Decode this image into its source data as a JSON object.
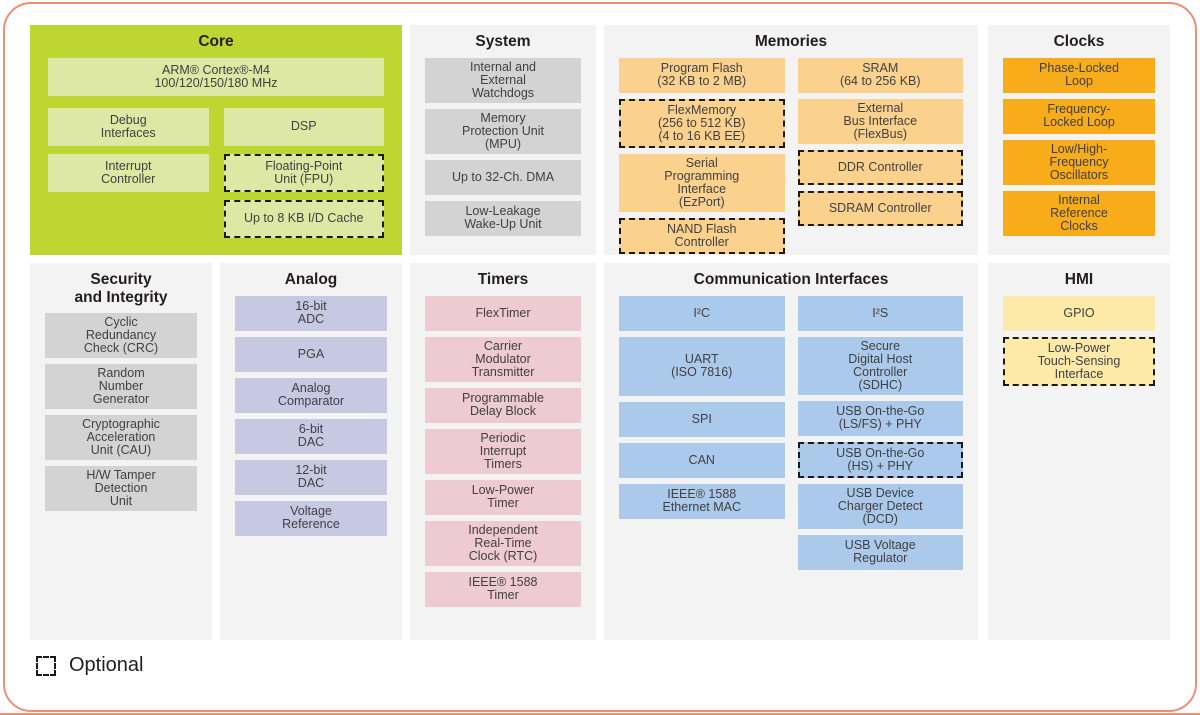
{
  "legend": {
    "label": "Optional"
  },
  "colors": {
    "frame-border": "#ee8f73",
    "panel-bg": "#f3f3f3",
    "core-panel": "#bdd631",
    "core-block": "#dde8a4",
    "gray-block": "#d3d3d4",
    "memories-block": "#fbd28d",
    "clocks-block": "#f9ac19",
    "analog-block": "#c7c8e2",
    "timers-block": "#eecad3",
    "comm-block": "#abc9ea",
    "hmi-block": "#fdeaa9",
    "text": "#414042",
    "heading": "#231f20",
    "optional-border": "#1a1a1a"
  },
  "panels": [
    {
      "slug": "core",
      "theme": "core",
      "title": [
        "Core"
      ],
      "full": [
        {
          "lines": [
            "ARM® Cortex®-M4",
            "100/120/150/180 MHz"
          ]
        }
      ],
      "columns": [
        [
          {
            "lines": [
              "Debug",
              "Interfaces"
            ]
          },
          {
            "lines": [
              "Interrupt",
              "Controller"
            ]
          }
        ],
        [
          {
            "lines": [
              "DSP"
            ]
          },
          {
            "lines": [
              "Floating-Point",
              "Unit (FPU)"
            ],
            "optional": true
          },
          {
            "lines": [
              "Up to 8 KB I/D Cache"
            ],
            "optional": true
          }
        ]
      ]
    },
    {
      "slug": "system",
      "theme": "gray",
      "title": [
        "System"
      ],
      "columns": [
        [
          {
            "lines": [
              "Internal and",
              "External",
              "Watchdogs"
            ]
          },
          {
            "lines": [
              "Memory",
              "Protection Unit",
              "(MPU)"
            ]
          },
          {
            "lines": [
              "Up to 32-Ch. DMA"
            ]
          },
          {
            "lines": [
              "Low-Leakage",
              "Wake-Up Unit"
            ]
          }
        ]
      ]
    },
    {
      "slug": "memories",
      "theme": "memories",
      "title": [
        "Memories"
      ],
      "columns": [
        [
          {
            "lines": [
              "Program Flash",
              "(32 KB to 2 MB)"
            ]
          },
          {
            "lines": [
              "FlexMemory",
              "(256 to 512 KB)",
              "(4 to 16 KB EE)"
            ],
            "optional": true
          },
          {
            "lines": [
              "Serial",
              "Programming",
              "Interface",
              "(EzPort)"
            ]
          },
          {
            "lines": [
              "NAND Flash",
              "Controller"
            ],
            "optional": true
          }
        ],
        [
          {
            "lines": [
              "SRAM",
              "(64 to 256 KB)"
            ]
          },
          {
            "lines": [
              "External",
              "Bus Interface",
              "(FlexBus)"
            ]
          },
          {
            "lines": [
              "DDR Controller"
            ],
            "optional": true
          },
          {
            "lines": [
              "SDRAM Controller"
            ],
            "optional": true
          }
        ]
      ]
    },
    {
      "slug": "clocks",
      "theme": "clocks",
      "title": [
        "Clocks"
      ],
      "columns": [
        [
          {
            "lines": [
              "Phase-Locked",
              "Loop"
            ]
          },
          {
            "lines": [
              "Frequency-",
              "Locked Loop"
            ]
          },
          {
            "lines": [
              "Low/High-",
              "Frequency",
              "Oscillators"
            ]
          },
          {
            "lines": [
              "Internal",
              "Reference",
              "Clocks"
            ]
          }
        ]
      ]
    },
    {
      "slug": "security-and-integrity",
      "theme": "gray",
      "title": [
        "Security",
        "and Integrity"
      ],
      "columns": [
        [
          {
            "lines": [
              "Cyclic",
              "Redundancy",
              "Check (CRC)"
            ]
          },
          {
            "lines": [
              "Random",
              "Number",
              "Generator"
            ]
          },
          {
            "lines": [
              "Cryptographic",
              "Acceleration",
              "Unit (CAU)"
            ]
          },
          {
            "lines": [
              "H/W Tamper",
              "Detection",
              "Unit"
            ]
          }
        ]
      ]
    },
    {
      "slug": "analog",
      "theme": "analog",
      "title": [
        "Analog"
      ],
      "columns": [
        [
          {
            "lines": [
              "16-bit",
              "ADC"
            ]
          },
          {
            "lines": [
              "PGA"
            ]
          },
          {
            "lines": [
              "Analog",
              "Comparator"
            ]
          },
          {
            "lines": [
              "6-bit",
              "DAC"
            ]
          },
          {
            "lines": [
              "12-bit",
              "DAC"
            ]
          },
          {
            "lines": [
              "Voltage",
              "Reference"
            ]
          }
        ]
      ]
    },
    {
      "slug": "timers",
      "theme": "timers",
      "title": [
        "Timers"
      ],
      "columns": [
        [
          {
            "lines": [
              "FlexTimer"
            ]
          },
          {
            "lines": [
              "Carrier",
              "Modulator",
              "Transmitter"
            ]
          },
          {
            "lines": [
              "Programmable",
              "Delay Block"
            ]
          },
          {
            "lines": [
              "Periodic",
              "Interrupt",
              "Timers"
            ]
          },
          {
            "lines": [
              "Low-Power",
              "Timer"
            ]
          },
          {
            "lines": [
              "Independent",
              "Real-Time",
              "Clock (RTC)"
            ]
          },
          {
            "lines": [
              "IEEE® 1588",
              "Timer"
            ]
          }
        ]
      ]
    },
    {
      "slug": "communication-interfaces",
      "theme": "comm",
      "title": [
        "Communication Interfaces"
      ],
      "columns": [
        [
          {
            "lines": [
              "I²C"
            ]
          },
          {
            "lines": [
              "UART",
              "(ISO 7816)"
            ]
          },
          {
            "lines": [
              "SPI"
            ]
          },
          {
            "lines": [
              "CAN"
            ]
          },
          {
            "lines": [
              "IEEE® 1588",
              "Ethernet MAC"
            ]
          }
        ],
        [
          {
            "lines": [
              "I²S"
            ]
          },
          {
            "lines": [
              "Secure",
              "Digital Host",
              "Controller",
              "(SDHC)"
            ]
          },
          {
            "lines": [
              "USB On-the-Go",
              "(LS/FS) + PHY"
            ]
          },
          {
            "lines": [
              "USB On-the-Go",
              "(HS) + PHY"
            ],
            "optional": true
          },
          {
            "lines": [
              "USB Device",
              "Charger Detect",
              "(DCD)"
            ]
          },
          {
            "lines": [
              "USB Voltage",
              "Regulator"
            ]
          }
        ]
      ]
    },
    {
      "slug": "hmi",
      "theme": "hmi",
      "title": [
        "HMI"
      ],
      "columns": [
        [
          {
            "lines": [
              "GPIO"
            ]
          },
          {
            "lines": [
              "Low-Power",
              "Touch-Sensing",
              "Interface"
            ],
            "optional": true
          }
        ]
      ]
    }
  ]
}
